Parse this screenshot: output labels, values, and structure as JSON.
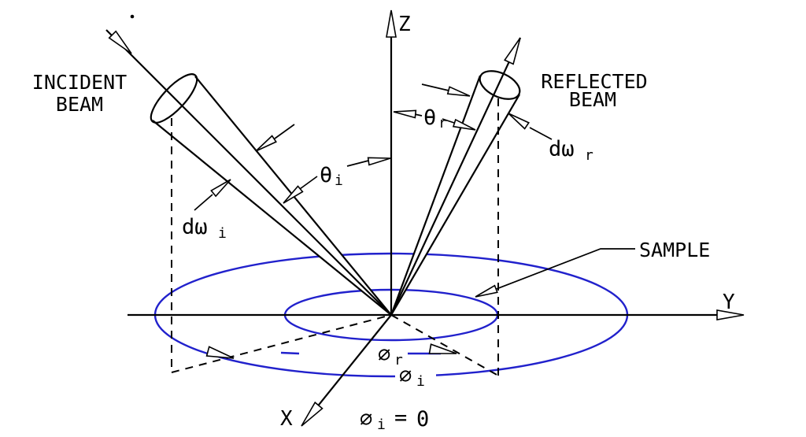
{
  "diagram_type": "brdf-reflection-geometry",
  "colors": {
    "line": "#000000",
    "sample_circle": "#2121cc",
    "background": "#ffffff"
  },
  "labels": {
    "incident_beam_line1": "INCIDENT",
    "incident_beam_line2": "BEAM",
    "reflected_beam_line1": "REFLECTED",
    "reflected_beam_line2": "BEAM",
    "sample": "SAMPLE",
    "axis_z": "Z",
    "axis_y": "Y",
    "axis_x": "X",
    "theta_symbol": "θ",
    "d_omega_symbol": "dω",
    "phi_symbol": "∅",
    "sub_i": "i",
    "sub_r": "r",
    "equals_sign": "=",
    "zero_value": "0"
  }
}
